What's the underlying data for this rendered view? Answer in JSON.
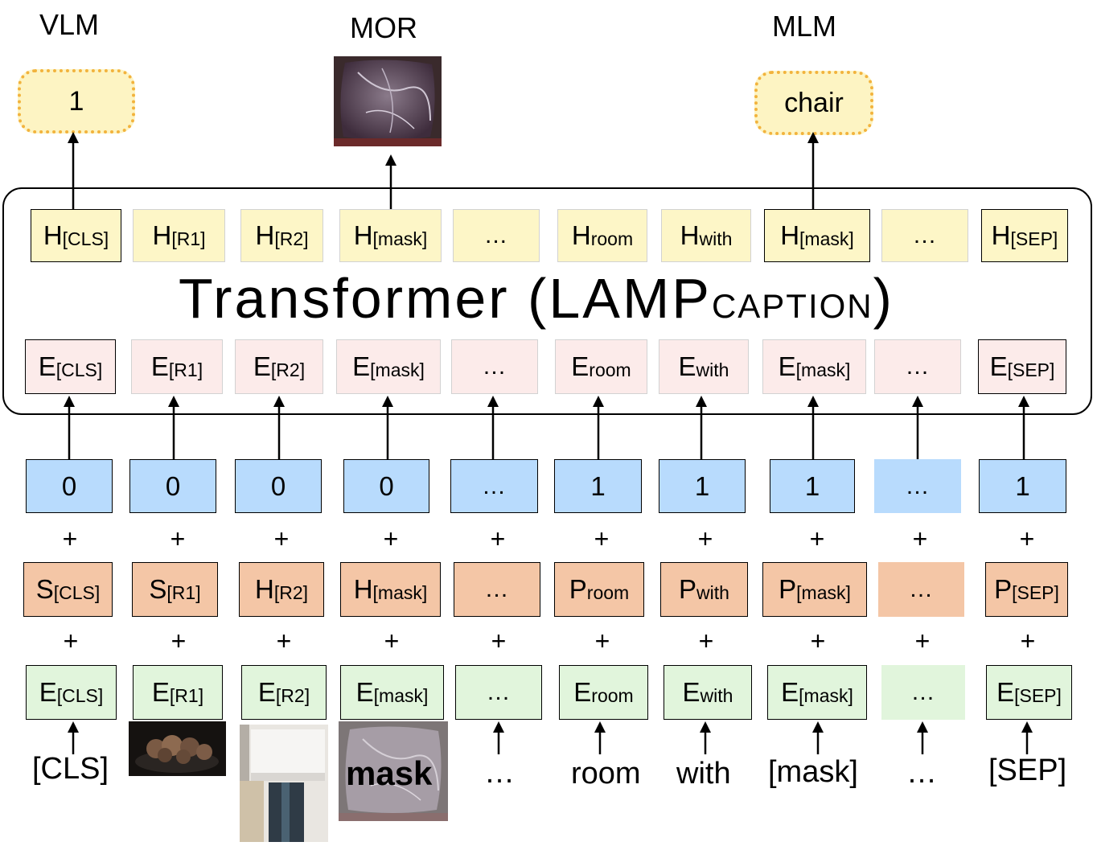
{
  "tasks": [
    "VLM",
    "MOR",
    "MLM"
  ],
  "outputs": {
    "vlm": "1",
    "mlm": "chair"
  },
  "transformer": {
    "title": "Transformer (LAMP",
    "subscript": "CAPTION",
    "close": ")"
  },
  "hidden_row": [
    {
      "main": "H",
      "sub": "[CLS]"
    },
    {
      "main": "H",
      "sub": "[R1]"
    },
    {
      "main": "H",
      "sub": "[R2]"
    },
    {
      "main": "H",
      "sub": "[mask]"
    },
    {
      "main": "...",
      "sub": ""
    },
    {
      "main": "H",
      "sub": "room"
    },
    {
      "main": "H",
      "sub": "with"
    },
    {
      "main": "H",
      "sub": "[mask]"
    },
    {
      "main": "…",
      "sub": ""
    },
    {
      "main": "H",
      "sub": "[SEP]"
    }
  ],
  "embedding_row": [
    {
      "main": "E",
      "sub": "[CLS]"
    },
    {
      "main": "E",
      "sub": "[R1]"
    },
    {
      "main": "E",
      "sub": "[R2]"
    },
    {
      "main": "E",
      "sub": "[mask]"
    },
    {
      "main": "…",
      "sub": ""
    },
    {
      "main": "E",
      "sub": "room"
    },
    {
      "main": "E",
      "sub": "with"
    },
    {
      "main": "E",
      "sub": "[mask]"
    },
    {
      "main": "…",
      "sub": ""
    },
    {
      "main": "E",
      "sub": "[SEP]"
    }
  ],
  "segment_row": [
    "0",
    "0",
    "0",
    "0",
    "…",
    "1",
    "1",
    "1",
    "…",
    "1"
  ],
  "position_row": [
    {
      "main": "S",
      "sub": "[CLS]"
    },
    {
      "main": "S",
      "sub": "[R1]"
    },
    {
      "main": "H",
      "sub": "[R2]"
    },
    {
      "main": "H",
      "sub": "[mask]"
    },
    {
      "main": "…",
      "sub": ""
    },
    {
      "main": "P",
      "sub": "room"
    },
    {
      "main": "P",
      "sub": "with"
    },
    {
      "main": "P",
      "sub": "[mask]"
    },
    {
      "main": "…",
      "sub": ""
    },
    {
      "main": "P",
      "sub": "[SEP]"
    }
  ],
  "token_row": [
    {
      "main": "E",
      "sub": "[CLS]"
    },
    {
      "main": "E",
      "sub": "[R1]"
    },
    {
      "main": "E",
      "sub": "[R2]"
    },
    {
      "main": "E",
      "sub": "[mask]"
    },
    {
      "main": "…",
      "sub": ""
    },
    {
      "main": "E",
      "sub": "room"
    },
    {
      "main": "E",
      "sub": "with"
    },
    {
      "main": "E",
      "sub": "[mask]"
    },
    {
      "main": "…",
      "sub": ""
    },
    {
      "main": "E",
      "sub": "[SEP]"
    }
  ],
  "plus_sign": "+",
  "inputs": [
    "[CLS]",
    "",
    "",
    "mask",
    "…",
    "room",
    "with",
    "[mask]",
    "…",
    "[SEP]"
  ],
  "images": [
    "pillow-image",
    "bowl-image",
    "lamp-image",
    "masked-pillow-image"
  ],
  "colors": {
    "hidden": "#fdf6c7",
    "embedding": "#fcebea",
    "segment": "#b8dbfd",
    "position": "#f4c6a6",
    "token": "#e1f5dc",
    "output_fill": "#fdf4c3",
    "output_border": "#f2b33d"
  }
}
